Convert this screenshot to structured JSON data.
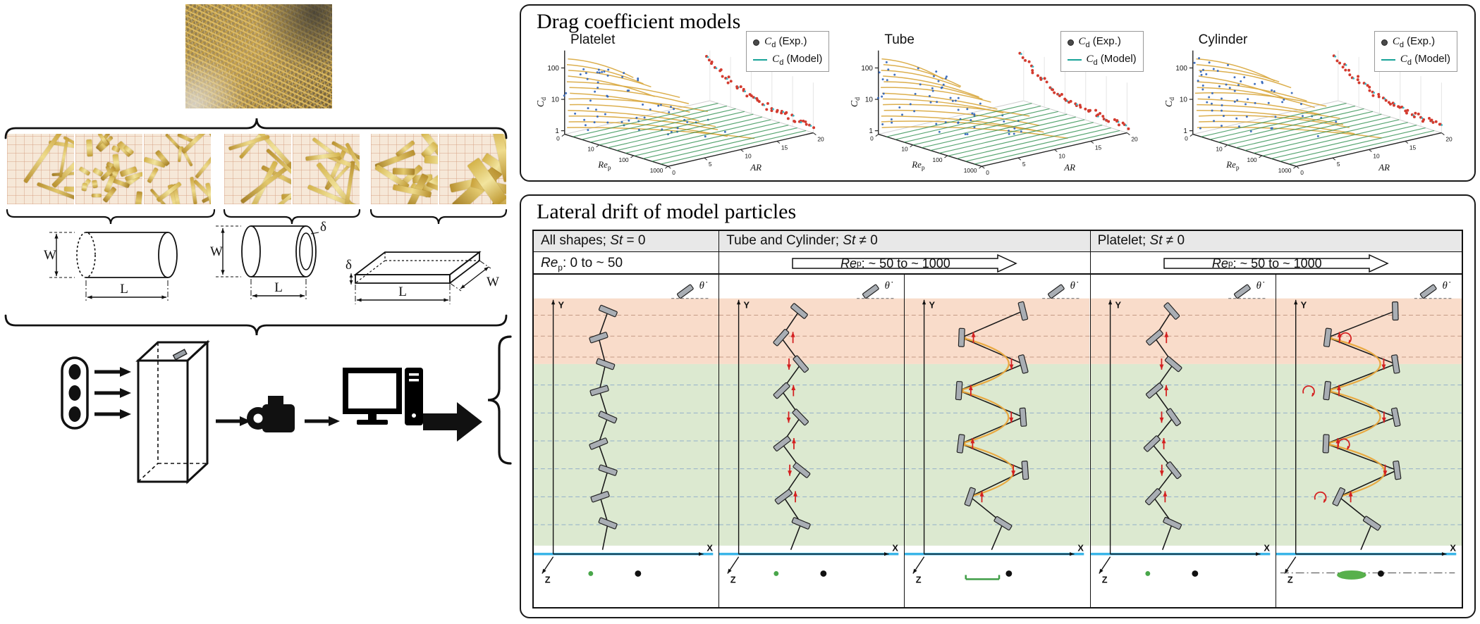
{
  "left": {
    "shapes": {
      "cylinder": {
        "w": "W",
        "l": "L"
      },
      "tube": {
        "w": "W",
        "l": "L",
        "delta": "δ"
      },
      "platelet": {
        "delta": "δ",
        "l": "L",
        "w": "W"
      }
    }
  },
  "drag_panel": {
    "title": "Drag coefficient models",
    "plots": [
      {
        "name": "Platelet"
      },
      {
        "name": "Tube"
      },
      {
        "name": "Cylinder"
      }
    ],
    "legend": {
      "sym": "C",
      "sub": "d",
      "exp_rest": " (Exp.)",
      "model_rest": " (Model)"
    },
    "axes": {
      "z_sym": "C",
      "z_sub": "d",
      "x_sym": "Re",
      "x_sub": "p",
      "y_label": "AR",
      "z_ticks": [
        "100",
        "10",
        "1"
      ],
      "x_ticks": [
        "0",
        "10",
        "100",
        "1000"
      ],
      "y_ticks": [
        "0",
        "5",
        "10",
        "15",
        "20"
      ]
    }
  },
  "drift_panel": {
    "title": "Lateral drift of model particles",
    "col_headers": [
      {
        "pre": "All shapes; ",
        "it": "St",
        "post": " = 0"
      },
      {
        "pre": "Tube and Cylinder; ",
        "it": "St",
        "post": " ≠ 0"
      },
      {
        "pre": "Platelet; ",
        "it": "St",
        "post": " ≠ 0"
      }
    ],
    "re_plain": {
      "it": "Re",
      "sub": "p",
      "post": ": 0 to ~ 50"
    },
    "re_banner2": {
      "it": "Re",
      "sub": "p",
      "post": ": ~ 50 to ~ 1000"
    },
    "re_banner3": {
      "it": "Re",
      "sub": "p",
      "post": ": ~ 50 to ~ 1000"
    },
    "axes": {
      "x": "X",
      "y": "Y",
      "z": "Z",
      "theta": "θ̇"
    }
  }
}
